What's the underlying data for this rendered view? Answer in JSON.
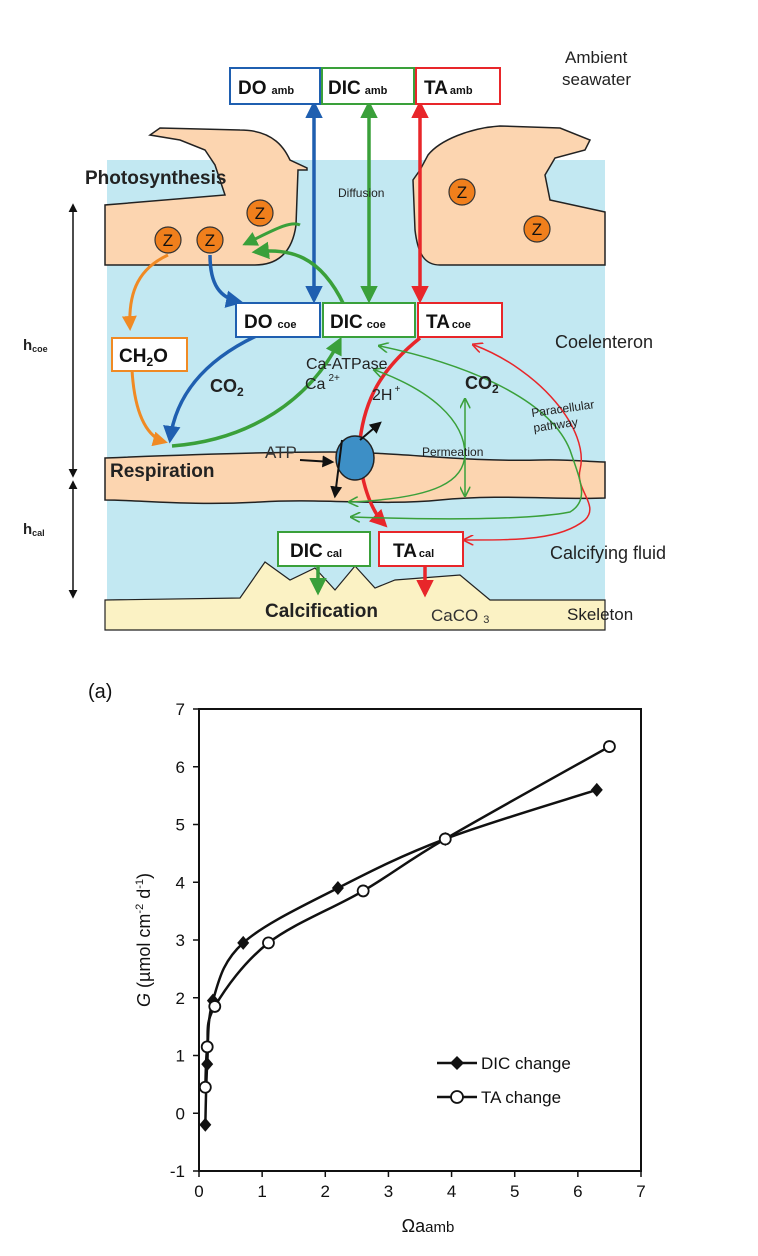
{
  "diagram": {
    "boxes": {
      "do_amb": {
        "main": "DO",
        "sub": "amb"
      },
      "dic_amb": {
        "main": "DIC",
        "sub": "amb"
      },
      "ta_amb": {
        "main": "TA",
        "sub": "amb"
      },
      "do_coe": {
        "main": "DO",
        "sub": "coe"
      },
      "dic_coe": {
        "main": "DIC",
        "sub": "coe"
      },
      "ta_coe": {
        "main": "TA",
        "sub": "coe"
      },
      "dic_cal": {
        "main": "DIC",
        "sub": "cal"
      },
      "ta_cal": {
        "main": "TA",
        "sub": "cal"
      },
      "ch2o": {
        "main": "CH",
        "sub": "2",
        "tail": "O"
      }
    },
    "labels": {
      "ambient": "Ambient",
      "seawater": "seawater",
      "photosynthesis": "Photosynthesis",
      "diffusion": "Diffusion",
      "coelenteron": "Coelenteron",
      "ca_atpase": "Ca-ATPase",
      "ca": "Ca",
      "ca_sup": "2+",
      "two_h": "2H",
      "h_sup": "+",
      "co2_left": "CO",
      "co2_left_sub": "2",
      "co2_right": "CO",
      "co2_right_sub": "2",
      "paracellular": "Paracellular",
      "pathway": "pathway",
      "atp": "ATP",
      "permeation": "Permeation",
      "respiration": "Respiration",
      "calcifying_fluid": "Calcifying fluid",
      "calcification": "Calcification",
      "caco3": "CaCO",
      "caco3_sub": "3",
      "skeleton": "Skeleton",
      "h_coe": "h",
      "h_coe_sub": "coe",
      "h_cal": "h",
      "h_cal_sub": "cal",
      "zoox": "Z"
    },
    "colors": {
      "do": "#1f5fb0",
      "dic": "#3aa03a",
      "ta": "#e8262a",
      "ch2o": "#f08a24",
      "tissue": "#fcd5b0",
      "water": "#c2e8f2",
      "skeleton": "#fbf2c4",
      "zoox": "#f07f1c",
      "pump": "#3d8fc6"
    }
  },
  "chart_data": {
    "type": "scatter",
    "panel_label": "(a)",
    "xlabel_main": "Ωa",
    "xlabel_sub": "amb",
    "ylabel_prefix": "G",
    "ylabel_rest": " (µmol cm",
    "ylabel_exp1": "-2",
    "ylabel_mid": " d",
    "ylabel_exp2": "-1",
    "ylabel_end": ")",
    "xlim": [
      0,
      7
    ],
    "ylim": [
      -1,
      7
    ],
    "xticks": [
      "0",
      "1",
      "2",
      "3",
      "4",
      "5",
      "6",
      "7"
    ],
    "yticks": [
      "-1",
      "0",
      "1",
      "2",
      "3",
      "4",
      "5",
      "6",
      "7"
    ],
    "series": [
      {
        "name": "DIC change",
        "marker": "diamond",
        "x": [
          0.1,
          0.13,
          0.22,
          0.7,
          2.2,
          3.9,
          6.3
        ],
        "y": [
          -0.2,
          0.85,
          1.95,
          2.95,
          3.9,
          4.75,
          5.6
        ]
      },
      {
        "name": "TA change",
        "marker": "circle",
        "x": [
          0.1,
          0.13,
          0.25,
          1.1,
          2.6,
          3.9,
          6.5
        ],
        "y": [
          0.45,
          1.15,
          1.85,
          2.95,
          3.85,
          4.75,
          6.35
        ]
      }
    ],
    "legend": "bottom-right"
  }
}
